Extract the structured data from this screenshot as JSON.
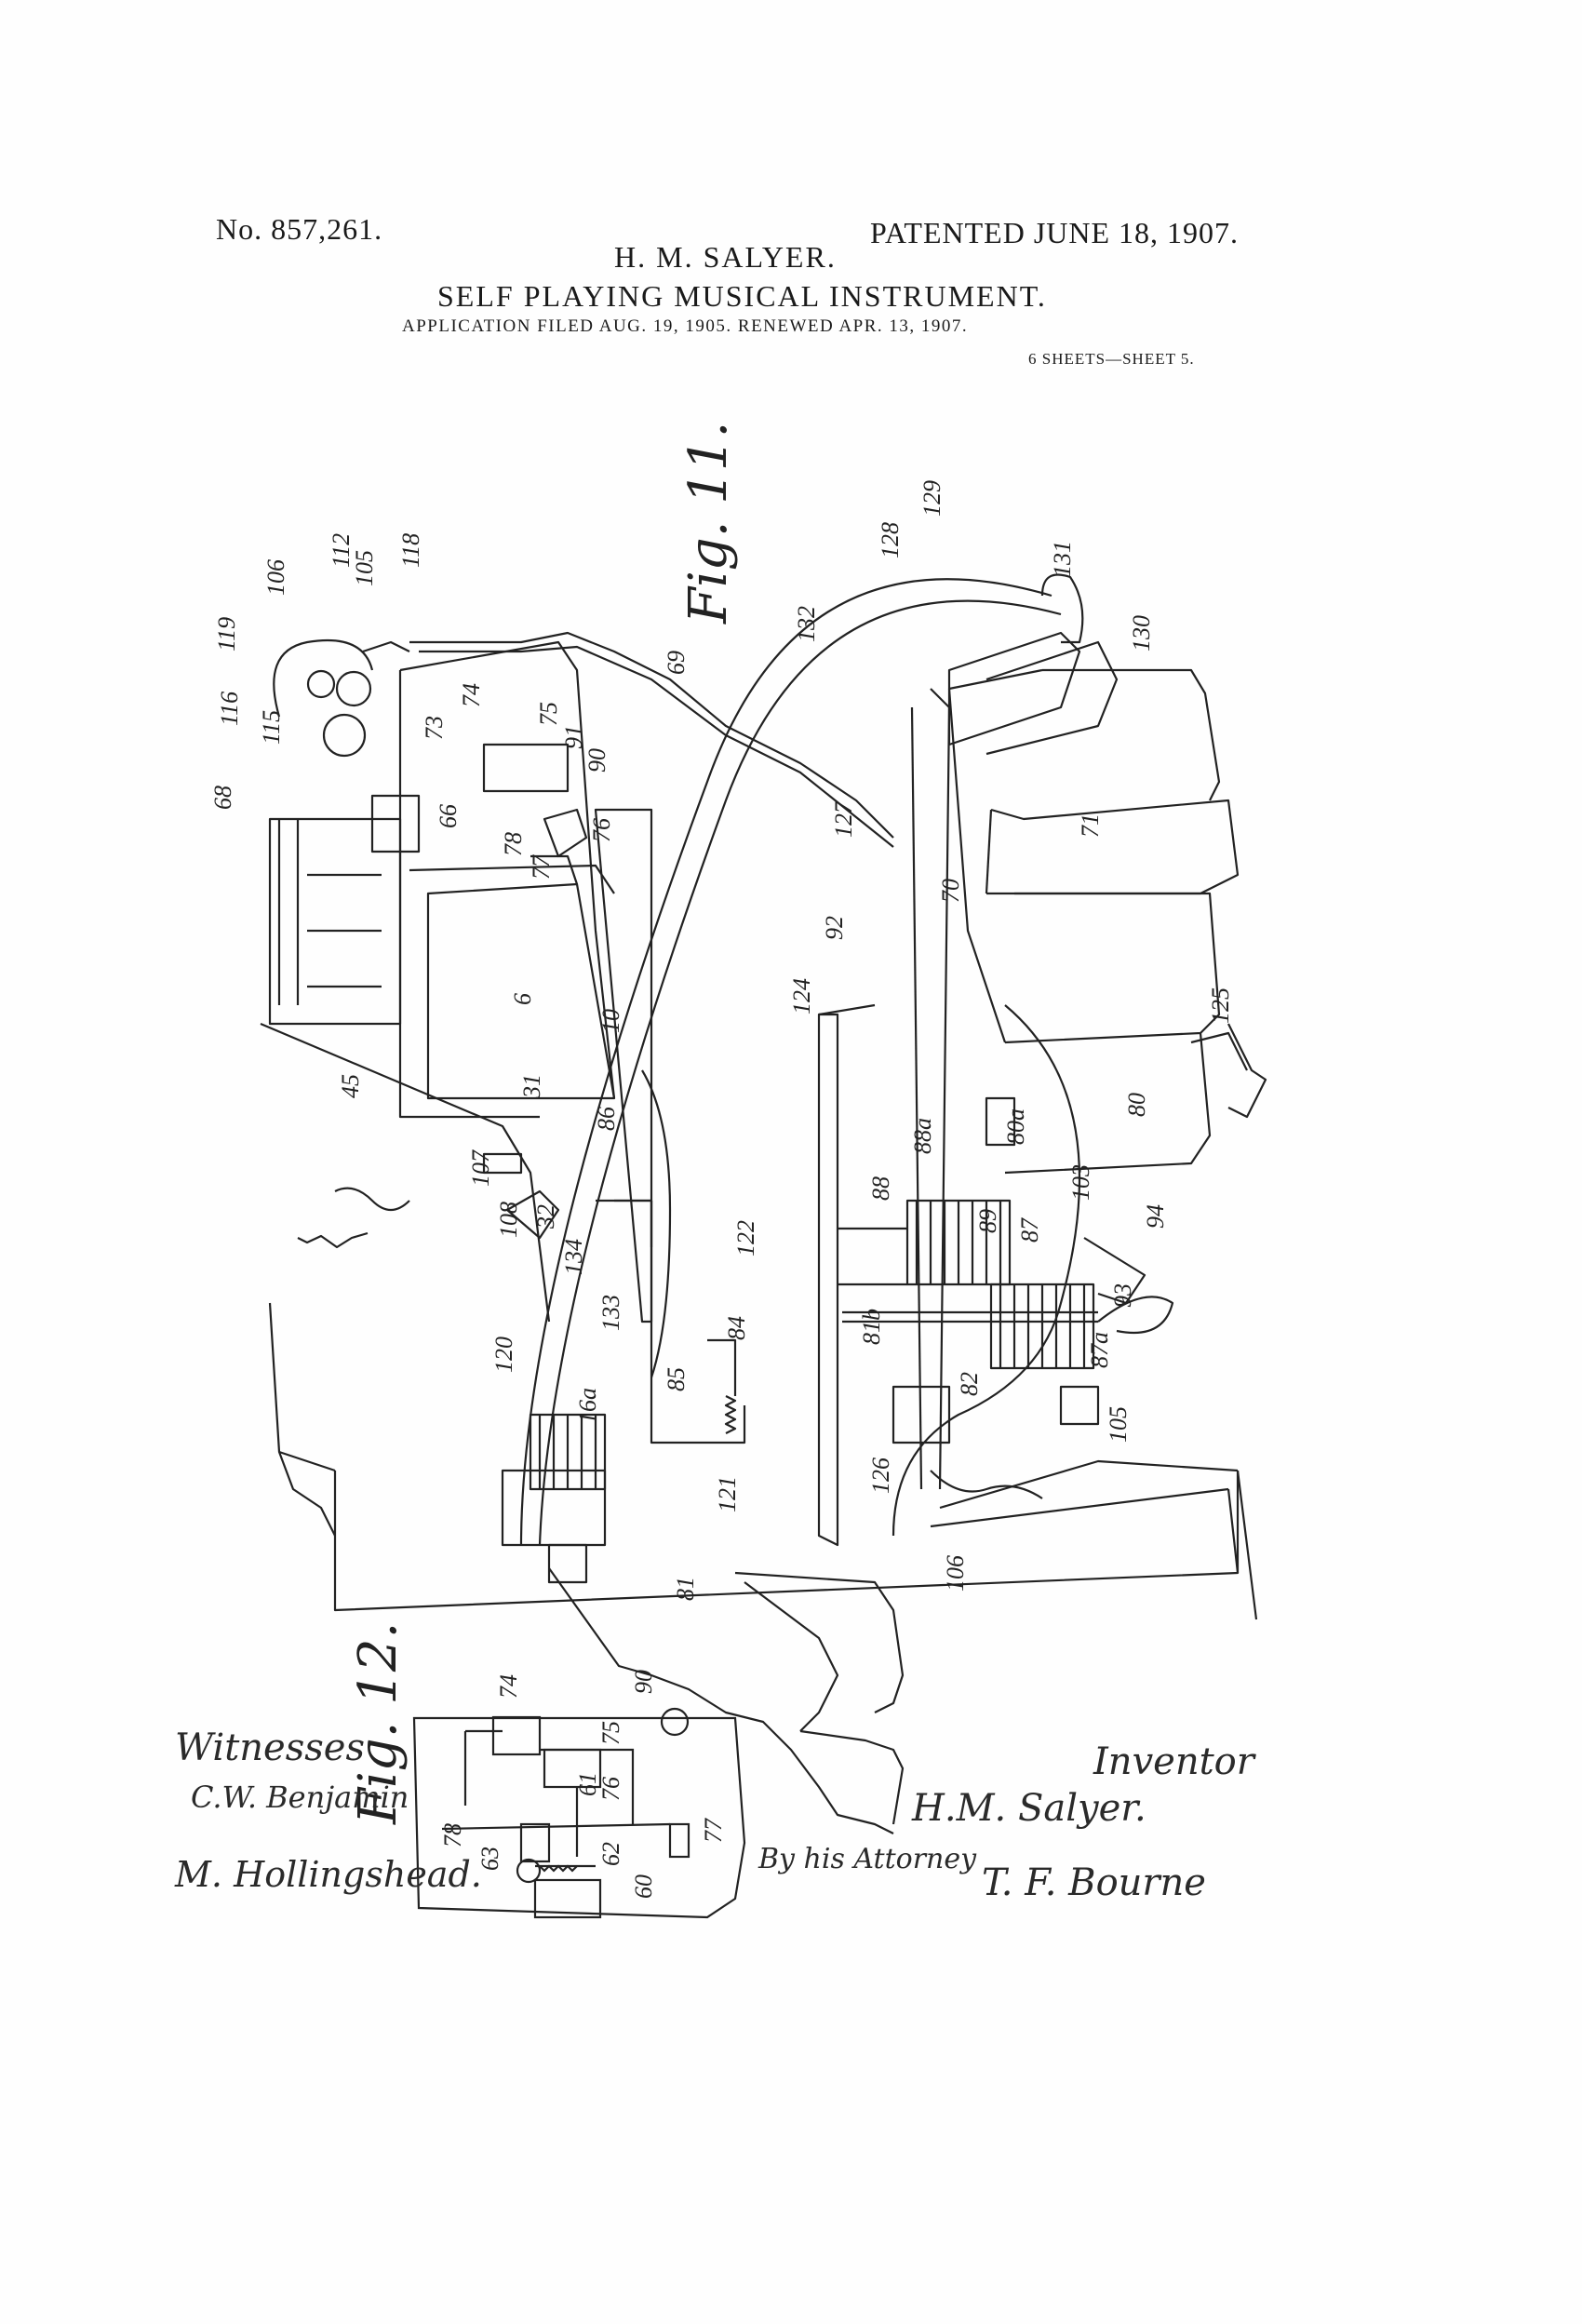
{
  "header": {
    "patent_no": "No. 857,261.",
    "inventor": "H. M. SALYER.",
    "date": "PATENTED JUNE 18, 1907.",
    "title": "SELF PLAYING MUSICAL INSTRUMENT.",
    "application": "APPLICATION FILED AUG. 19, 1905. RENEWED APR. 13, 1907.",
    "sheets": "6 SHEETS—SHEET 5."
  },
  "figures": {
    "fig11_label": "Fig. 11.",
    "fig12_label": "Fig. 12."
  },
  "fig11_numbers": [
    "68",
    "116",
    "119",
    "106",
    "112",
    "105",
    "118",
    "115",
    "73",
    "74",
    "66",
    "75",
    "91",
    "90",
    "78",
    "77",
    "76",
    "69",
    "132",
    "128",
    "129",
    "131",
    "130",
    "127",
    "71",
    "70",
    "124",
    "92",
    "6",
    "10",
    "45",
    "31",
    "32",
    "86",
    "107",
    "108",
    "134",
    "133",
    "125",
    "80",
    "80a",
    "88a",
    "88",
    "89",
    "87",
    "103",
    "94",
    "93",
    "87a",
    "105",
    "82",
    "81b",
    "122",
    "84",
    "85",
    "16a",
    "120",
    "121",
    "126",
    "106",
    "81"
  ],
  "fig12_numbers": [
    "74",
    "90",
    "75",
    "61",
    "76",
    "77",
    "78",
    "63",
    "62",
    "60"
  ],
  "signatures": {
    "witnesses_label": "Witnesses",
    "witness_1": "C.W. Benjamin",
    "witness_2": "M. Hollingshead.",
    "inventor_label": "Inventor",
    "inventor_sig": "H.M. Salyer.",
    "by_attorney": "By his Attorney",
    "attorney_sig": "T. F. Bourne"
  }
}
